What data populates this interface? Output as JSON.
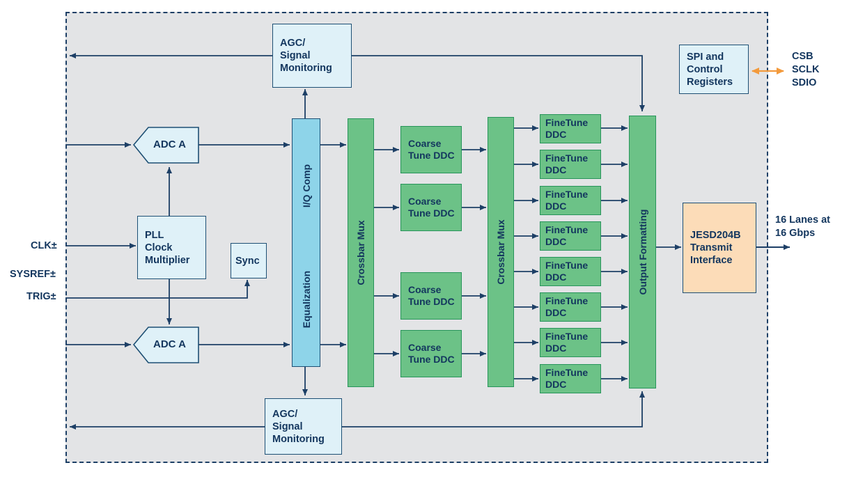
{
  "blocks": {
    "agc_top": "AGC/\nSignal\nMonitoring",
    "agc_bottom": "AGC/\nSignal\nMonitoring",
    "spi": "SPI and\nControl\nRegisters",
    "adc_top": "ADC A",
    "adc_bottom": "ADC A",
    "pll": "PLL\nClock\nMultiplier",
    "sync": "Sync",
    "eq_top": "I/Q Comp",
    "eq_bottom": "Equalization",
    "crossbar1": "Crossbar Mux",
    "crossbar2": "Crossbar Mux",
    "coarse": [
      "Coarse\nTune DDC",
      "Coarse\nTune DDC",
      "Coarse\nTune DDC",
      "Coarse\nTune DDC"
    ],
    "fine": [
      "FineTune\nDDC",
      "FineTune\nDDC",
      "FineTune\nDDC",
      "FineTune\nDDC",
      "FineTune\nDDC",
      "FineTune\nDDC",
      "FineTune\nDDC",
      "FineTune\nDDC"
    ],
    "output": "Output Formatting",
    "jesd": "JESD204B\nTransmit\nInterface"
  },
  "pins": {
    "clk": "CLK±",
    "sysref": "SYSREF±",
    "trig": "TRIG±",
    "spi_pins": "CSB\nSCLK\nSDIO",
    "lanes": "16 Lanes at\n16 Gbps"
  },
  "colors": {
    "wire": "#1d3f66",
    "green_block": "#6cc287",
    "light_block": "#dff1f8",
    "cyan_block": "#8ed4e9",
    "orange_block": "#fcdcb8",
    "spi_arrow": "#f39a3c"
  }
}
